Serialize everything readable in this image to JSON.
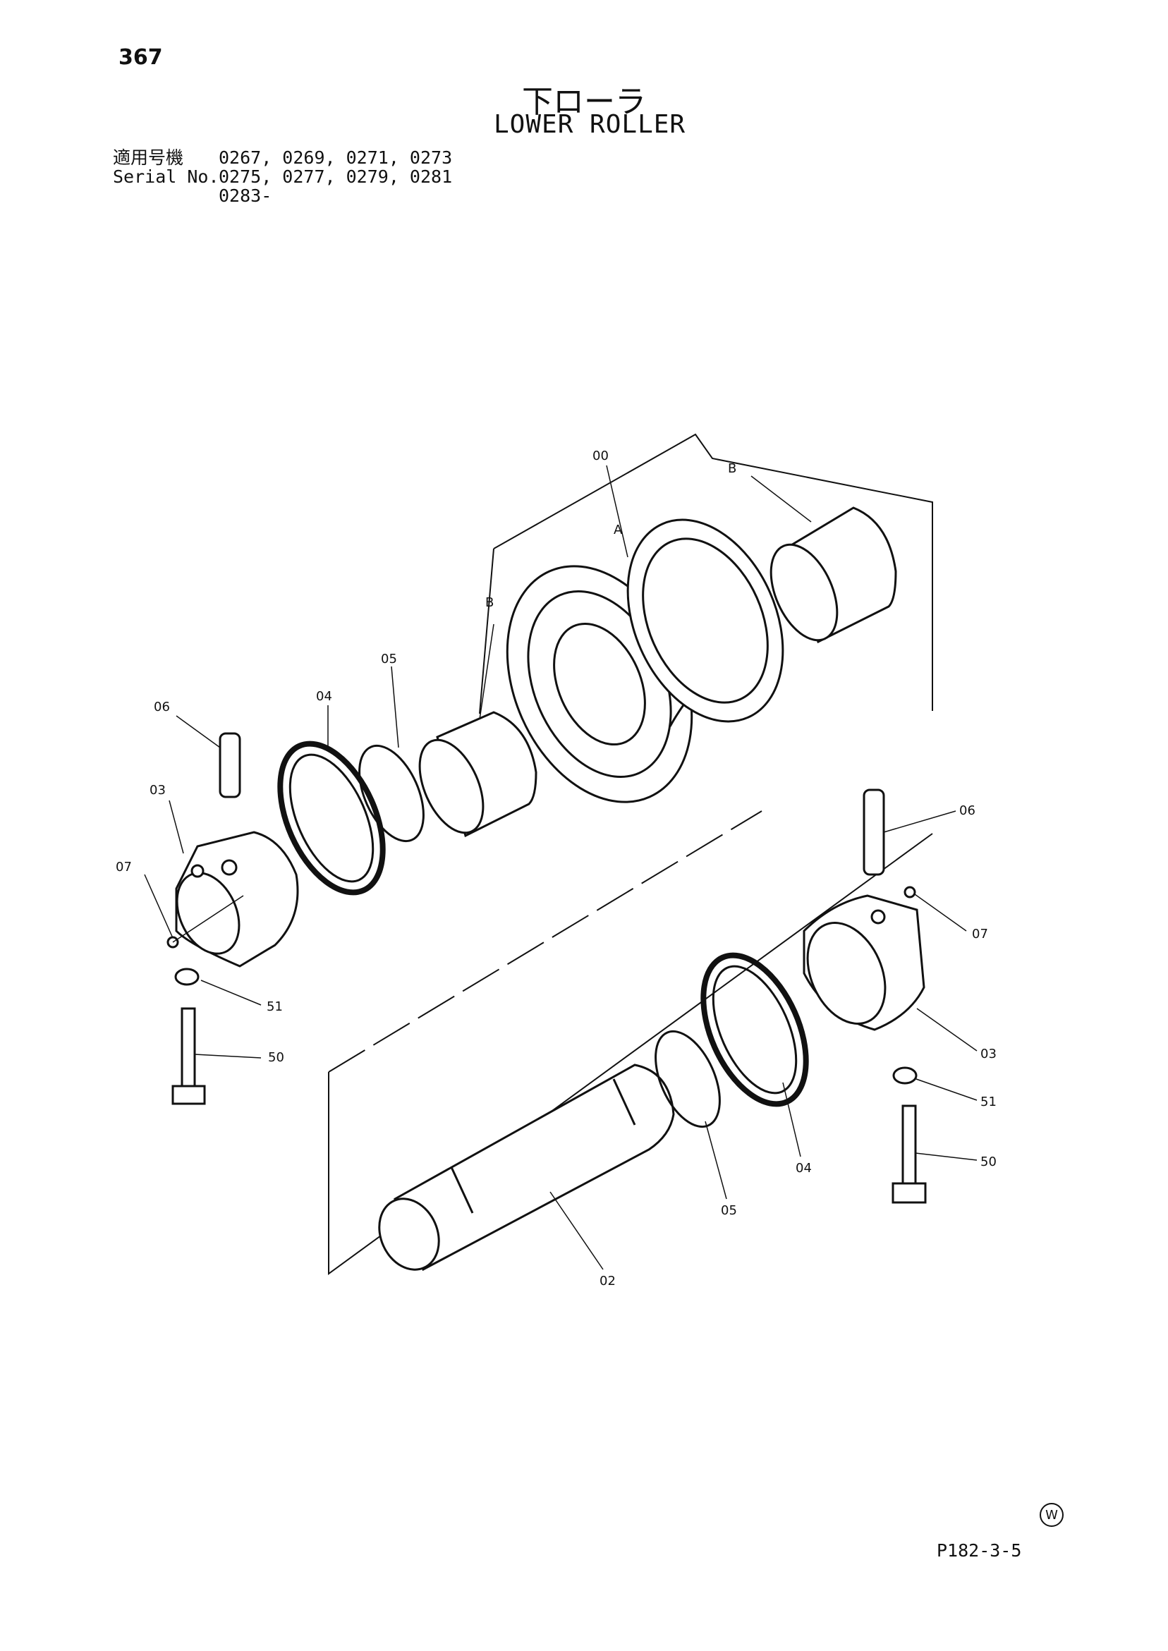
{
  "page_number": "367",
  "title_jp": "下ローラ",
  "title_en": "LOWER ROLLER",
  "serial": {
    "label_jp": "適用号機",
    "label_en": "Serial No.",
    "line1": "0267, 0269, 0271, 0273",
    "line2": "0275, 0277, 0279, 0281",
    "line3": "0283-"
  },
  "callouts": {
    "c00": "00",
    "cA": "A",
    "cB_top": "B",
    "cB_left": "B",
    "c05_top": "05",
    "c04_top": "04",
    "c06_left": "06",
    "c03_left": "03",
    "c07_left": "07",
    "c51_left": "51",
    "c50_left": "50",
    "c06_right": "06",
    "c07_right": "07",
    "c03_right": "03",
    "c51_right": "51",
    "c50_right": "50",
    "c04_bottom": "04",
    "c05_bottom": "05",
    "c02": "02"
  },
  "w_mark": "W",
  "drawing_code": "P182-3-5"
}
